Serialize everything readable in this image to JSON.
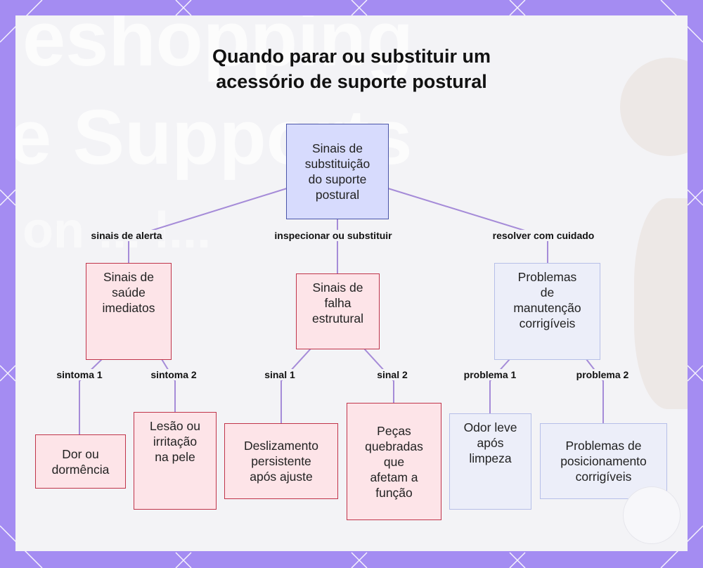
{
  "title": {
    "line1": "Quando parar ou substituir um",
    "line2": "acessório de suporte postural"
  },
  "watermark": {
    "line1": "eshopping",
    "line2": "e Supports",
    "line3": "on ... l..."
  },
  "nodes": {
    "root": [
      "Sinais de",
      "substituição",
      "do suporte",
      "postural"
    ],
    "health": [
      "Sinais de",
      "saúde",
      "imediatos"
    ],
    "structural": [
      "Sinais de",
      "falha",
      "estrutural"
    ],
    "maintenance": [
      "Problemas",
      "de",
      "manutenção",
      "corrigíveis"
    ],
    "numbness": [
      "Dor ou",
      "dormência"
    ],
    "skin": [
      "Lesão ou",
      "irritação",
      "na pele"
    ],
    "slipping": [
      "Deslizamento",
      "persistente",
      "após ajuste"
    ],
    "broken": [
      "Peças",
      "quebradas",
      "que",
      "afetam a",
      "função"
    ],
    "odor": [
      "Odor leve",
      "após",
      "limpeza"
    ],
    "positioning": [
      "Problemas de",
      "posicionamento",
      "corrigíveis"
    ]
  },
  "edges": {
    "root_health": "sinais de alerta",
    "root_structural": "inspecionar ou substituir",
    "root_maintenance": "resolver com cuidado",
    "health_numbness": "sintoma 1",
    "health_skin": "sintoma 2",
    "structural_slipping": "sinal 1",
    "structural_broken": "sinal 2",
    "maintenance_odor": "problema 1",
    "maintenance_positioning": "problema 2"
  },
  "colors": {
    "frame": "#a48cf2",
    "connector": "#a58bd8",
    "root_fill": "#d7dbfd",
    "root_border": "#4a55a8",
    "warning_fill": "#fde4e8",
    "warning_border": "#c0344a",
    "info_fill": "#eceef9",
    "info_border": "#b6bfe8"
  }
}
